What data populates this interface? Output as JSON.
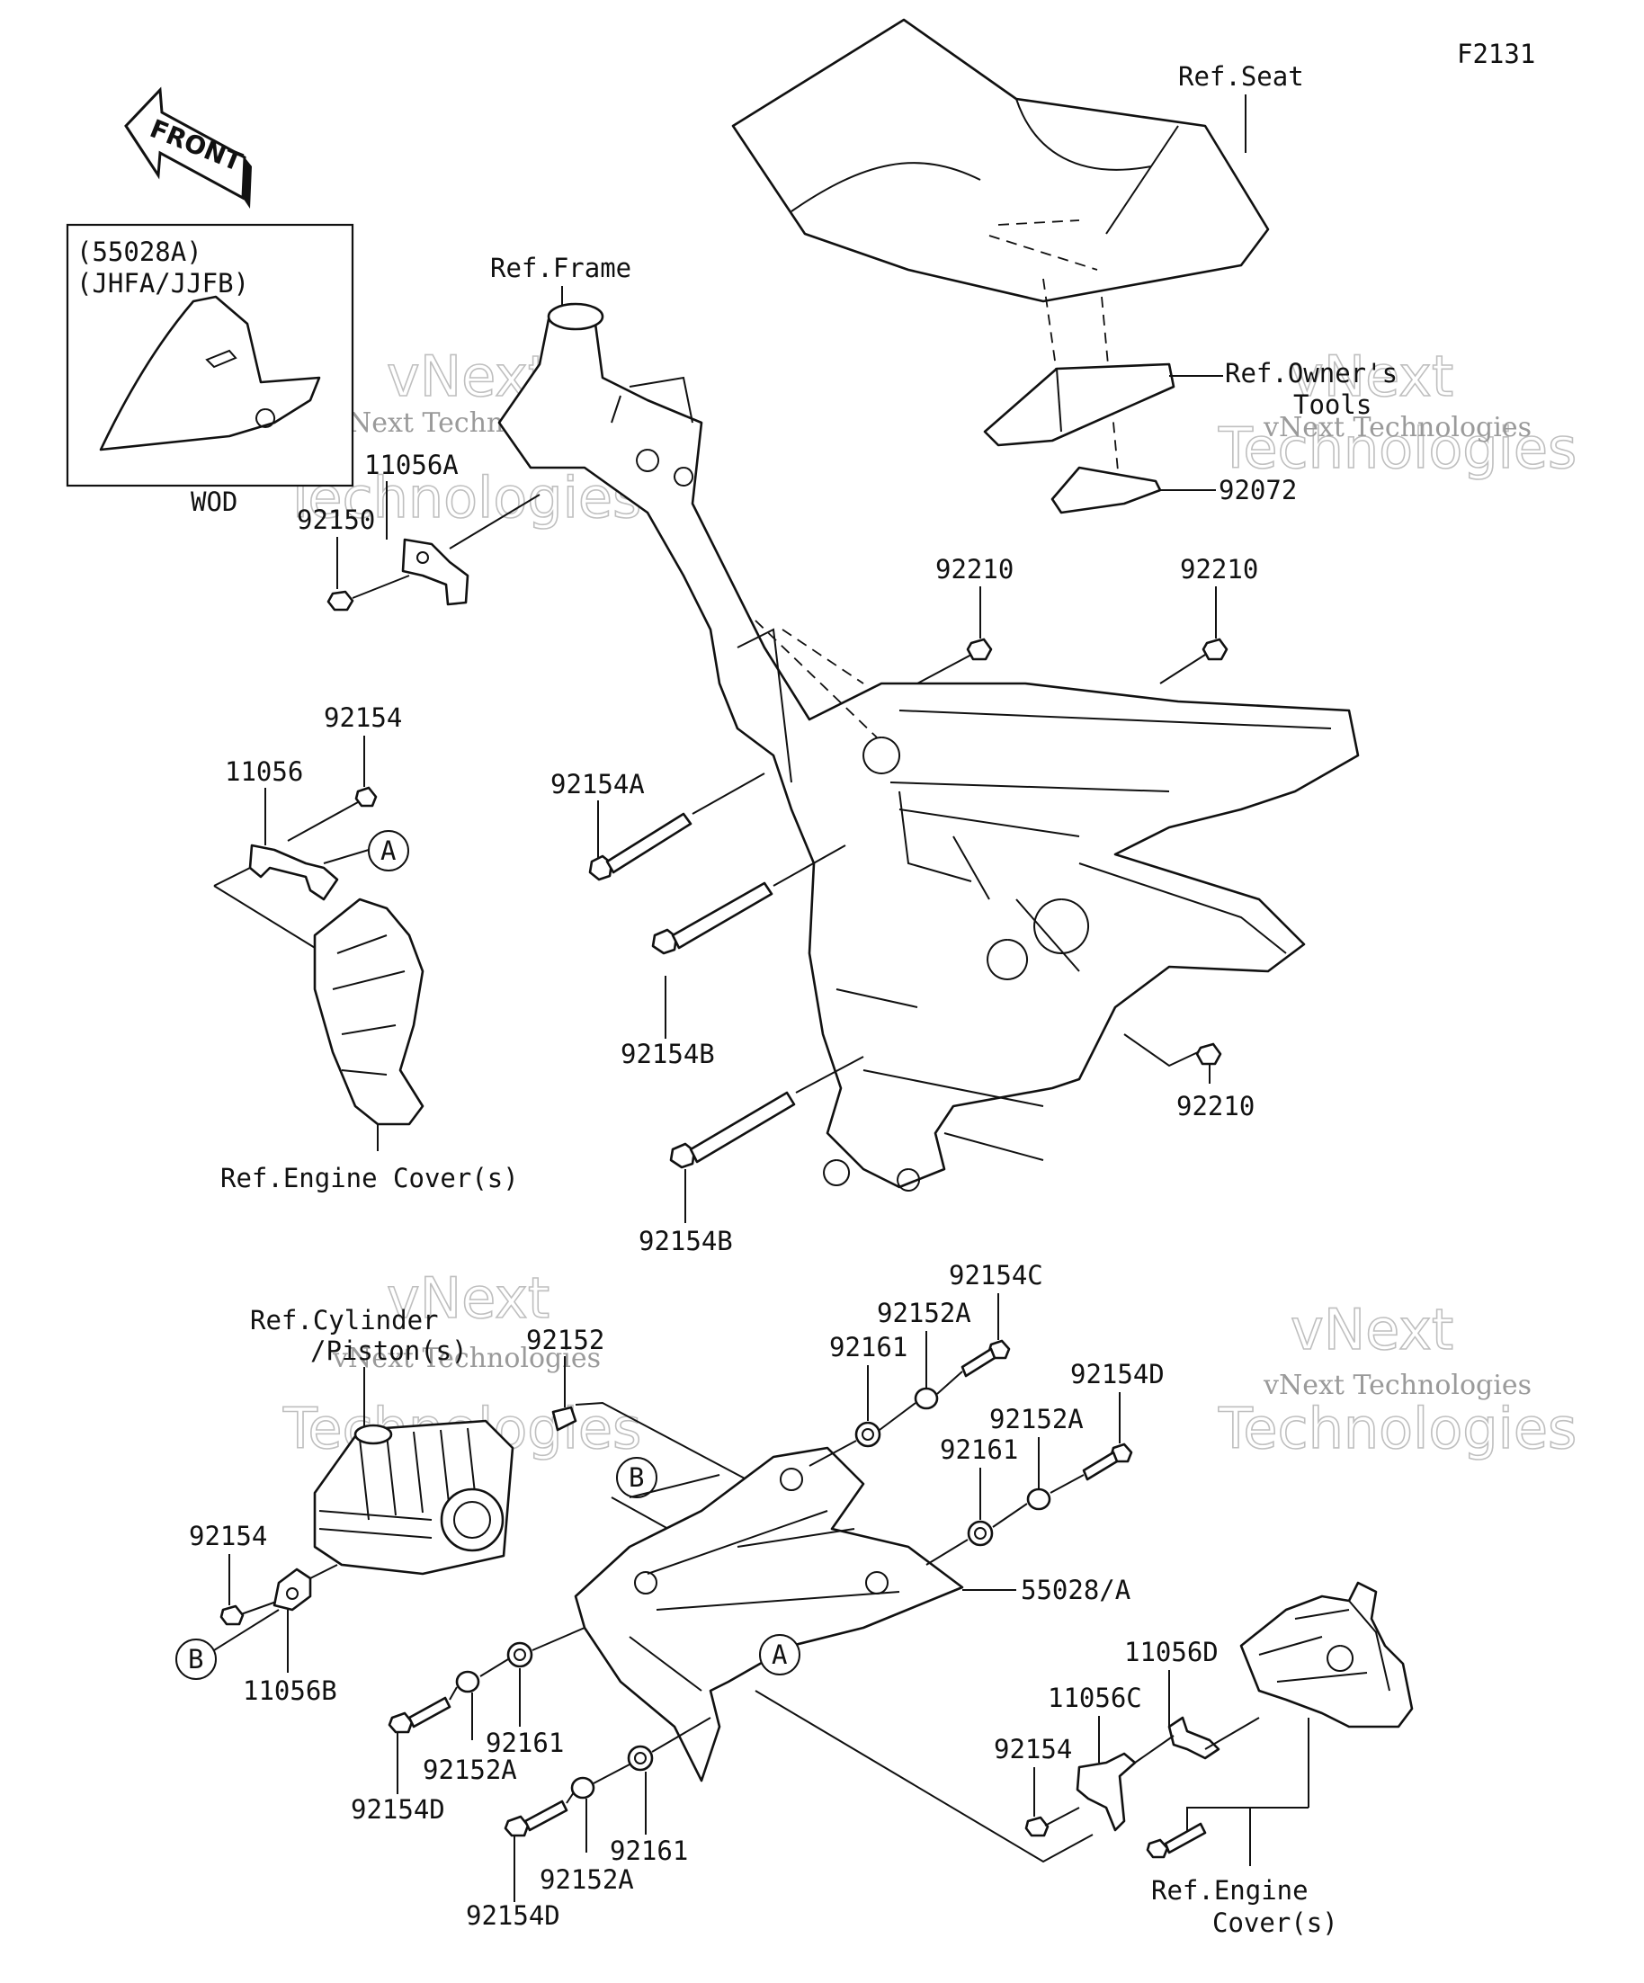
{
  "diagram": {
    "figure_id": "F2131",
    "front_arrow": "FRONT",
    "inset": {
      "line1": "(55028A)",
      "line2": "(JHFA/JJFB)",
      "caption": "WOD"
    },
    "callouts": {
      "A": "A",
      "B": "B"
    },
    "labels": {
      "ref_seat": "Ref.Seat",
      "ref_owners_tools_1": "Ref.Owner's",
      "ref_owners_tools_2": "Tools",
      "p92072": "92072",
      "ref_frame": "Ref.Frame",
      "p11056A": "11056A",
      "p92150": "92150",
      "p92210_a": "92210",
      "p92210_b": "92210",
      "p92210_c": "92210",
      "p92154_top": "92154",
      "p11056": "11056",
      "p92154A": "92154A",
      "p92154B_a": "92154B",
      "p92154B_b": "92154B",
      "ref_engine_cover_left": "Ref.Engine Cover(s)",
      "ref_cylinder_1": "Ref.Cylinder",
      "ref_cylinder_2": "/Piston(s)",
      "p92152": "92152",
      "p92154_left": "92154",
      "p11056B": "11056B",
      "p92154C": "92154C",
      "p92152A_top": "92152A",
      "p92161_top": "92161",
      "p92154D_right": "92154D",
      "p92152A_mid": "92152A",
      "p92161_mid": "92161",
      "p55028A": "55028/A",
      "p92161_l1": "92161",
      "p92152A_l1": "92152A",
      "p92154D_l1": "92154D",
      "p92161_l2": "92161",
      "p92152A_l2": "92152A",
      "p92154D_l2": "92154D",
      "p11056D": "11056D",
      "p11056C": "11056C",
      "p92154_right": "92154",
      "ref_engine_cover_right_1": "Ref.Engine",
      "ref_engine_cover_right_2": "Cover(s)"
    },
    "watermarks": {
      "brand": "vNext",
      "word": "Technologies",
      "company": "vNext Technologies"
    }
  }
}
